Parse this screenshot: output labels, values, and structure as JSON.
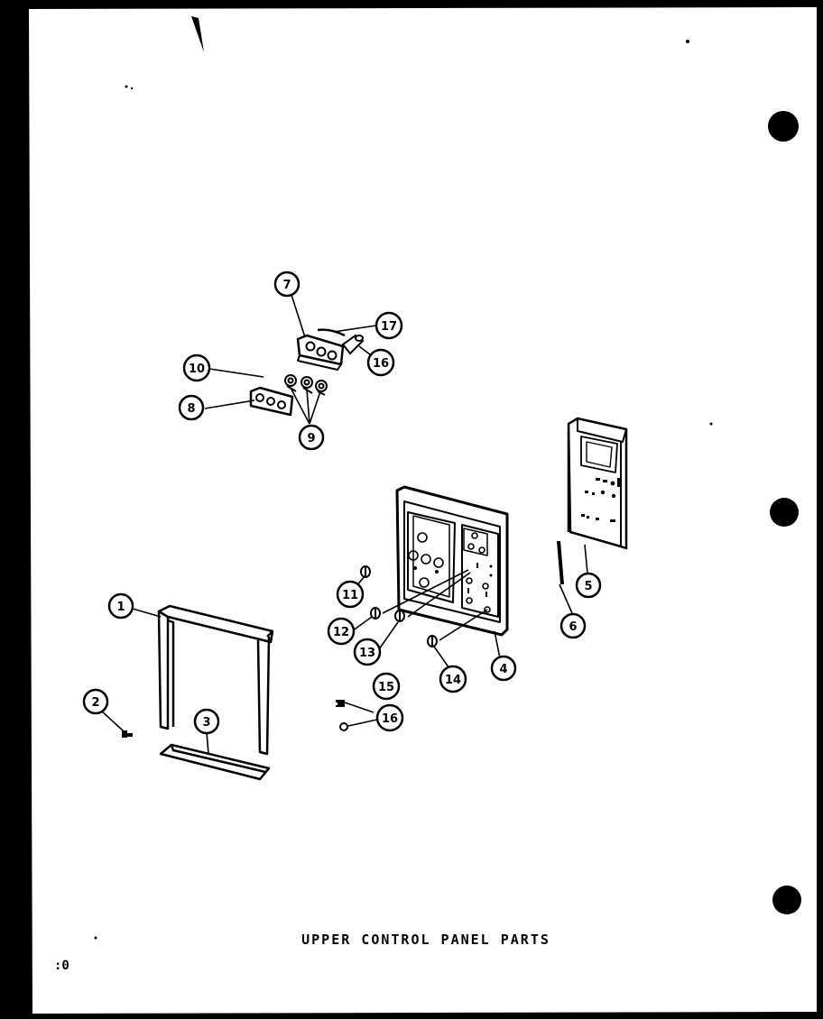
{
  "diagram": {
    "caption": "UPPER CONTROL PANEL PARTS",
    "page_number": ":0",
    "callouts": {
      "c1": "1",
      "c2": "2",
      "c3": "3",
      "c4": "4",
      "c5": "5",
      "c6": "6",
      "c7": "7",
      "c8": "8",
      "c9": "9",
      "c10": "10",
      "c11": "11",
      "c12": "12",
      "c13": "13",
      "c14": "14",
      "c15": "15",
      "c16a": "16",
      "c16b": "16",
      "c17": "17"
    }
  },
  "colors": {
    "paper": "#ffffff",
    "ink": "#000000",
    "border": "#000000"
  }
}
